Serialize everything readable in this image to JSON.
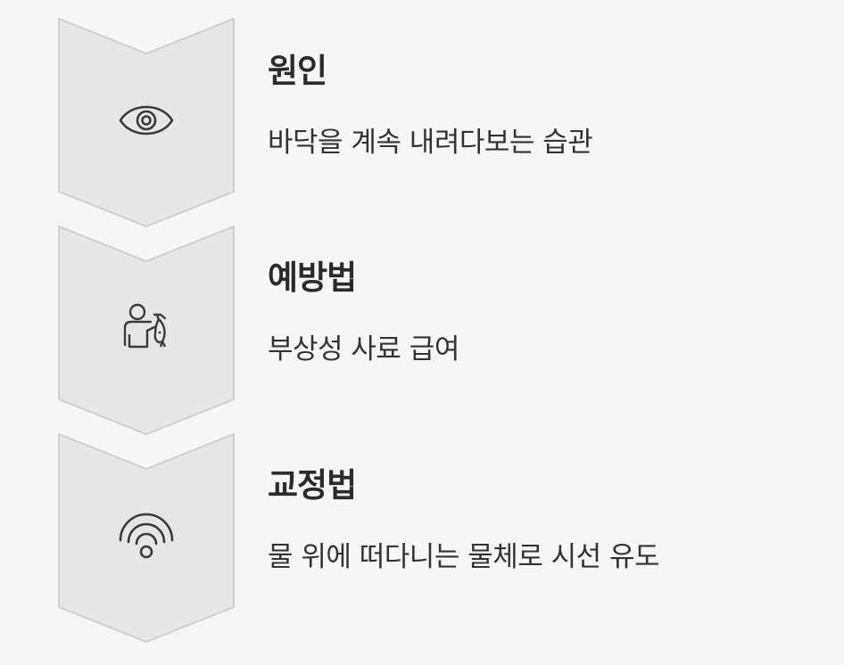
{
  "steps": [
    {
      "title": "원인",
      "description": "바닥을 계속 내려다보는 습관",
      "icon": "eye-icon"
    },
    {
      "title": "예방법",
      "description": "부상성 사료 급여",
      "icon": "person-feeding-fish-icon"
    },
    {
      "title": "교정법",
      "description": "물 위에 떠다니는 물체로 시선 유도",
      "icon": "floating-signal-icon"
    }
  ],
  "colors": {
    "background": "#f6f6f6",
    "chevron_fill": "#e6e6e6",
    "chevron_stroke": "#cfcfcf",
    "icon_stroke": "#3a3a3a",
    "title": "#2b2b2b",
    "text": "#333333"
  }
}
